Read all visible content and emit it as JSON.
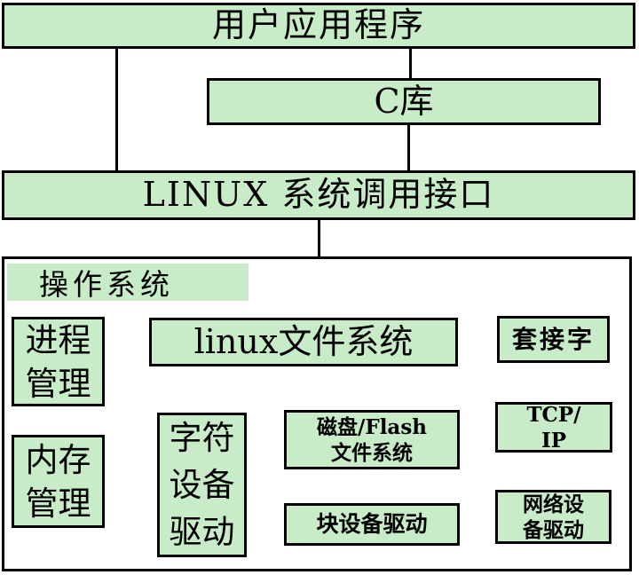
{
  "colors": {
    "box_fill": "#c8ebc8",
    "line_color": "#000000",
    "background": "#ffffff"
  },
  "nodes": {
    "user_app": {
      "label": "用户应用程序"
    },
    "c_library": {
      "label": "C库"
    },
    "syscall_interface": {
      "label": "LINUX 系统调用接口"
    },
    "os_label": {
      "label": "操作系统"
    },
    "process_mgmt": {
      "lines": [
        "进程",
        "管理"
      ]
    },
    "memory_mgmt": {
      "lines": [
        "内存",
        "管理"
      ]
    },
    "linux_fs": {
      "label": "linux文件系统"
    },
    "char_device_driver": {
      "lines": [
        "字符",
        "设备",
        "驱动"
      ]
    },
    "disk_flash_fs": {
      "lines": [
        "磁盘/Flash",
        "文件系统"
      ]
    },
    "block_device_driver": {
      "label": "块设备驱动"
    },
    "socket": {
      "label": "套接字"
    },
    "tcp_ip": {
      "lines": [
        "TCP/",
        "IP"
      ]
    },
    "net_device_driver": {
      "lines": [
        "网络设",
        "备驱动"
      ]
    }
  }
}
